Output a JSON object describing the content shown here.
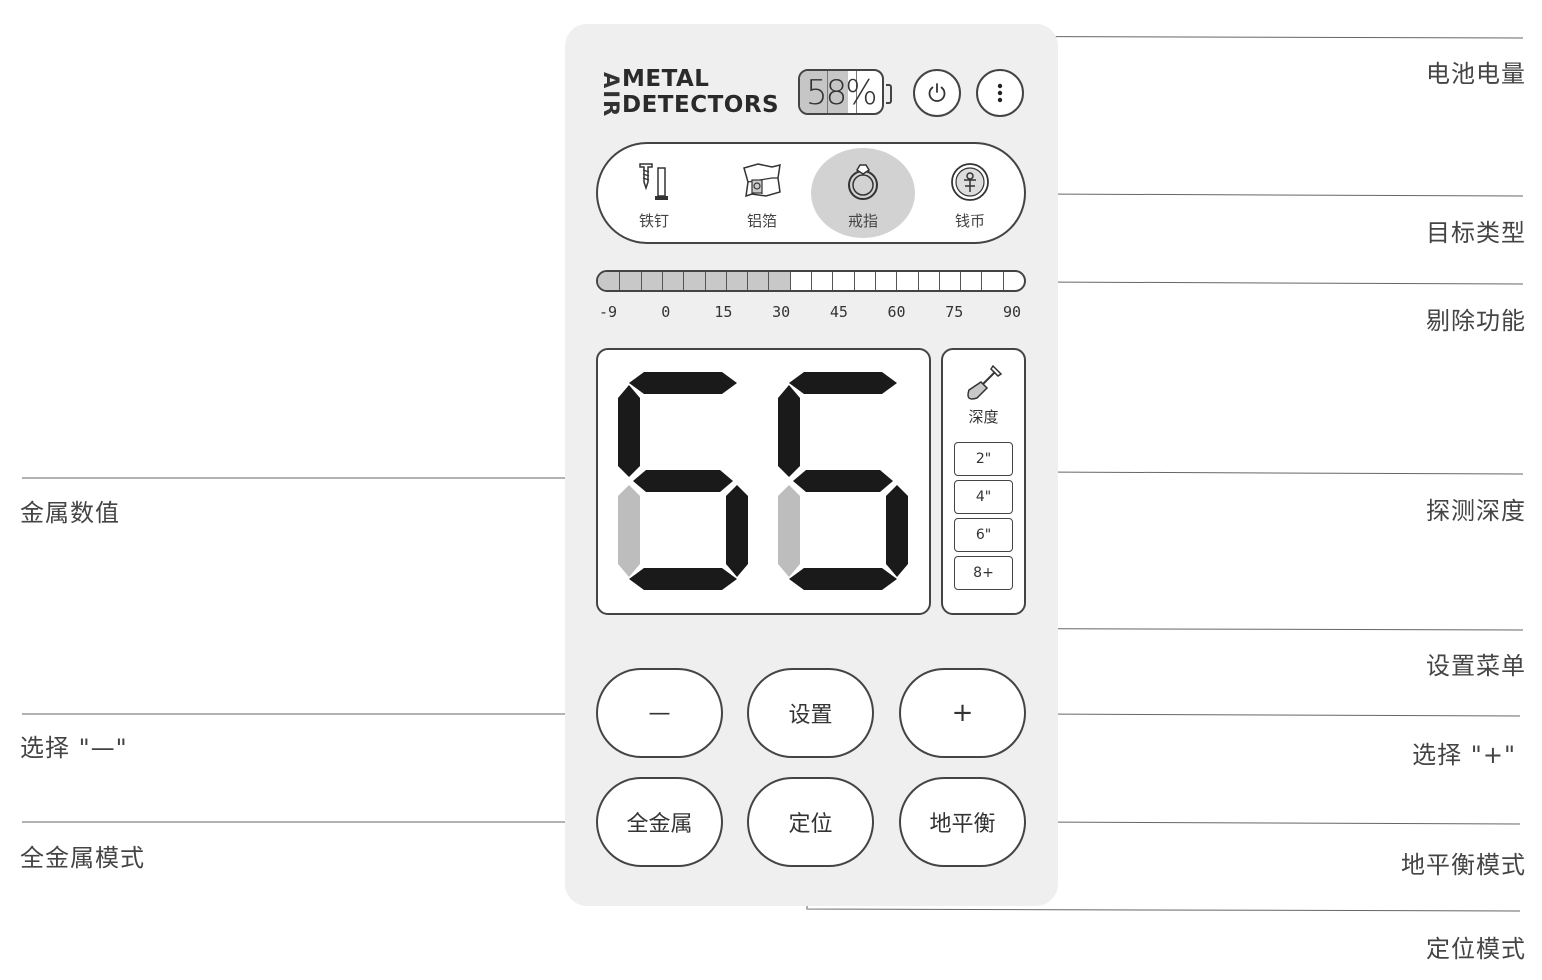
{
  "device": {
    "brand_line1": "METAL",
    "brand_line2": "DETECTORS",
    "brand_vertical": "AIR",
    "battery_percent": 58,
    "battery_text": "58%",
    "power_icon": "power-icon",
    "menu_icon": "more-vertical-icon"
  },
  "targets": [
    {
      "label": "铁钉",
      "icon": "nail-screw-icon",
      "selected": false
    },
    {
      "label": "铝箔",
      "icon": "foil-icon",
      "selected": false
    },
    {
      "label": "戒指",
      "icon": "ring-icon",
      "selected": true
    },
    {
      "label": "钱币",
      "icon": "coin-icon",
      "selected": false
    }
  ],
  "discrimination": {
    "ticks": [
      "-9",
      "0",
      "15",
      "30",
      "45",
      "60",
      "75",
      "90"
    ],
    "filled_up_to": 30
  },
  "display": {
    "value": "55"
  },
  "depth": {
    "label": "深度",
    "icon": "shovel-icon",
    "options": [
      "2\"",
      "4\"",
      "6\"",
      "8+"
    ]
  },
  "buttons": {
    "minus": "—",
    "settings": "设置",
    "plus": "+",
    "all_metal": "全金属",
    "pinpoint": "定位",
    "ground_balance": "地平衡"
  },
  "callouts": {
    "battery": "电池电量",
    "target_type": "目标类型",
    "reject": "剔除功能",
    "metal_value": "金属数值",
    "depth": "探测深度",
    "settings_menu": "设置菜单",
    "select_minus": "选择 \"—\"",
    "select_plus": "选择 \"+\"",
    "all_metal_mode": "全金属模式",
    "ground_balance_mode": "地平衡模式",
    "pinpoint_mode": "定位模式"
  },
  "colors": {
    "panel": "#efefef",
    "outline": "#444444",
    "fill_gray": "#c8c8c8",
    "segment_on": "#1a1a1a",
    "segment_dim": "#bdbdbd"
  }
}
